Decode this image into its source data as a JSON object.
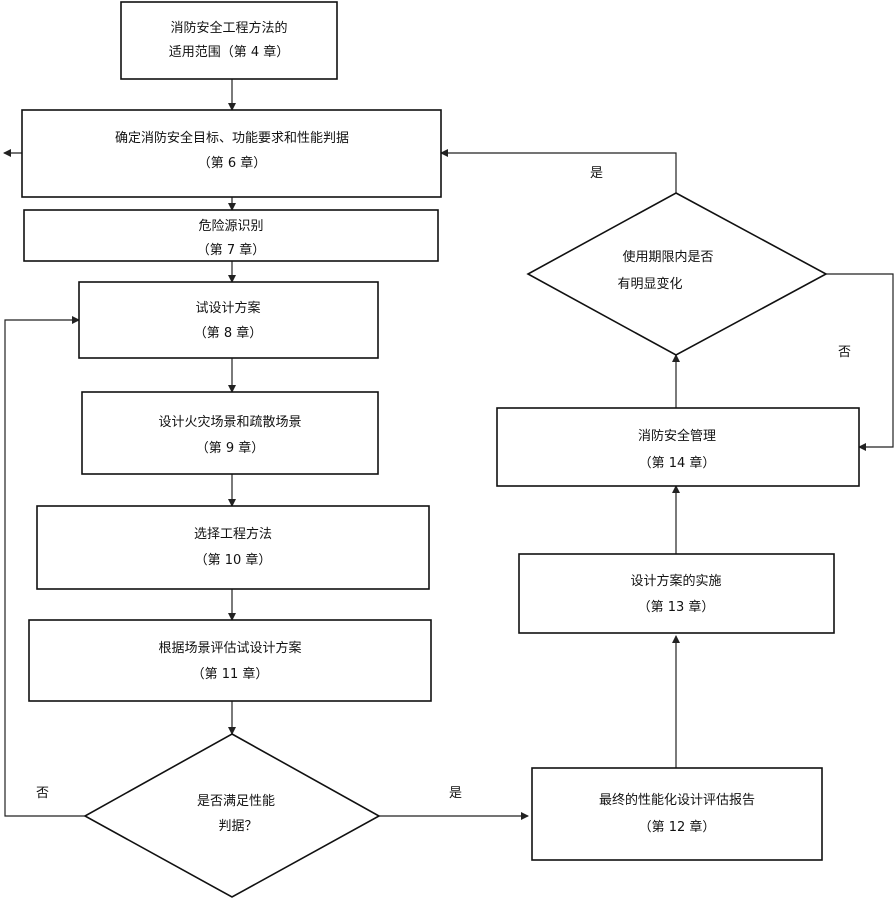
{
  "nodes": {
    "scope": {
      "line1": "消防安全工程方法的",
      "line2": "适用范围（第 4 章）"
    },
    "objectives": {
      "line1": "确定消防安全目标、功能要求和性能判据",
      "line2": "（第 6 章）"
    },
    "hazard": {
      "line1": "危险源识别",
      "line2": "（第 7 章）"
    },
    "trial_design": {
      "line1": "试设计方案",
      "line2": "（第 8 章）"
    },
    "scenarios": {
      "line1": "设计火灾场景和疏散场景",
      "line2": "（第 9 章）"
    },
    "methods": {
      "line1": "选择工程方法",
      "line2": "（第 10 章）"
    },
    "evaluate": {
      "line1": "根据场景评估试设计方案",
      "line2": "（第 11 章）"
    },
    "criteria": {
      "line1": "是否满足性能",
      "line2": "判据？"
    },
    "report": {
      "line1": "最终的性能化设计评估报告",
      "line2": "（第 12 章）"
    },
    "implement": {
      "line1": "设计方案的实施",
      "line2": "（第 13 章）"
    },
    "management": {
      "line1": "消防安全管理",
      "line2": "（第 14 章）"
    },
    "change": {
      "line1": "使用期限内是否",
      "line2": "有明显变化"
    }
  },
  "edge_labels": {
    "criteria_no": "否",
    "criteria_yes": "是",
    "change_yes": "是",
    "change_no": "否"
  }
}
